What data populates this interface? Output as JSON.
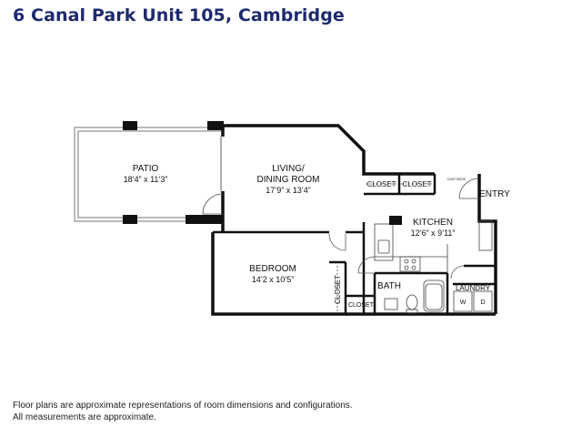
{
  "title": "6 Canal Park Unit 105, Cambridge",
  "rooms": {
    "patio": {
      "name": "PATIO",
      "dims": "18’4” x 11’3”"
    },
    "living": {
      "name_line1": "LIVING/",
      "name_line2": "DINING ROOM",
      "dims": "17’9” x 13’4”"
    },
    "kitchen": {
      "name": "KITCHEN",
      "dims": "12’6” x 9’11”"
    },
    "bedroom": {
      "name": "BEDROOM",
      "dims": "14’2 x 10’5”"
    },
    "closet1": "CLOSET",
    "closet2": "CLOSET",
    "closet_vertical": "CLOSET",
    "closet_bath": "CLOSET",
    "coatnook": "COAT NOOK",
    "bath": "BATH",
    "laundry": "LAUNDRY",
    "washer": "W",
    "dryer": "D",
    "entry": "ENTRY"
  },
  "disclaimer": {
    "line1": "Floor plans are approximate representations of room dimensions and configurations.",
    "line2": "All measurements are approximate."
  }
}
